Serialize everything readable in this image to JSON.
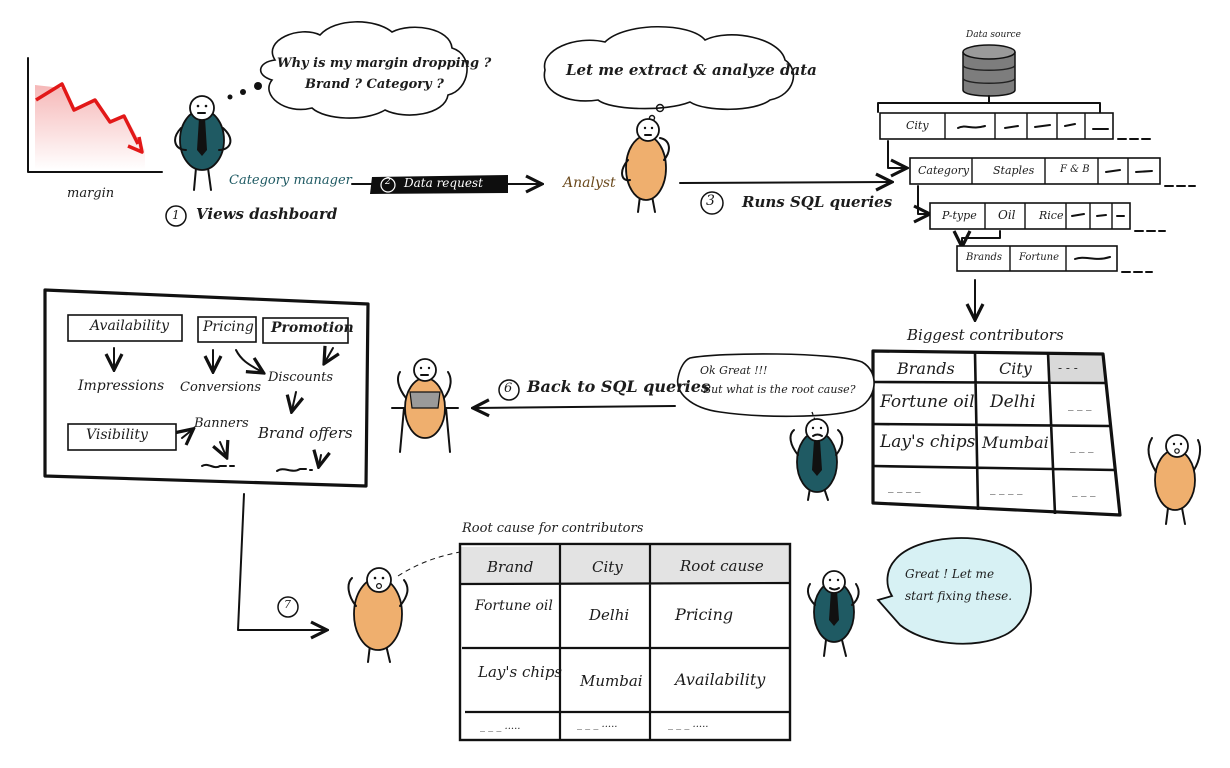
{
  "chart": {
    "axis_label": "margin"
  },
  "manager": {
    "thought": [
      "Why is my margin dropping ?",
      "Brand ? Category ?"
    ],
    "role": "Category manager",
    "step1": "Views dashboard",
    "step1_num": "1"
  },
  "request": {
    "num": "2",
    "label": "Data request"
  },
  "analyst": {
    "thought": "Let me extract & analyze data",
    "role": "Analyst",
    "step3_num": "3",
    "step3": "Runs SQL queries"
  },
  "datasource": {
    "title": "Data source",
    "level1": {
      "label": "City"
    },
    "level2": {
      "label": "Category",
      "values": [
        "Staples",
        "F & B"
      ]
    },
    "level3": {
      "label": "P-type",
      "values": [
        "Oil",
        "Rice"
      ]
    },
    "level4": {
      "label": "Brands",
      "values": [
        "Fortune"
      ]
    }
  },
  "contributors": {
    "title": "Biggest contributors",
    "headers": [
      "Brands",
      "City",
      "- - -"
    ],
    "rows": [
      [
        "Fortune oil",
        "Delhi",
        "_ _ _"
      ],
      [
        "Lay's chips",
        "Mumbai",
        "_ _ _"
      ],
      [
        "_ _ _ _",
        "_ _ _ _",
        "_ _ _"
      ]
    ]
  },
  "manager2": {
    "speech": [
      "Ok Great !!!",
      "But what is the root cause?"
    ]
  },
  "step6": {
    "num": "6",
    "label": "Back to SQL queries"
  },
  "dashboard": {
    "boxes": [
      "Availability",
      "Pricing",
      "Promotion",
      "Visibility"
    ],
    "labels": [
      "Impressions",
      "Conversions",
      "Discounts",
      "Banners",
      "Brand offers"
    ]
  },
  "step7": {
    "num": "7"
  },
  "rootcause": {
    "title": "Root cause for contributors",
    "headers": [
      "Brand",
      "City",
      "Root cause"
    ],
    "rows": [
      [
        "Fortune oil",
        "Delhi",
        "Pricing"
      ],
      [
        "Lay's chips",
        "Mumbai",
        "Availability"
      ],
      [
        "_ _ _ .....",
        "_ _ _ .....",
        "_ _ _ ....."
      ]
    ]
  },
  "manager3": {
    "speech": [
      "Great ! Let me",
      "start fixing these."
    ]
  },
  "colors": {
    "analyst": "#EFAF6E",
    "manager": "#1F5A63",
    "red": "#E21818",
    "cloud": "#D7F1F4",
    "teal_text": "#1F5A63",
    "brown_text": "#6B4A1E"
  }
}
